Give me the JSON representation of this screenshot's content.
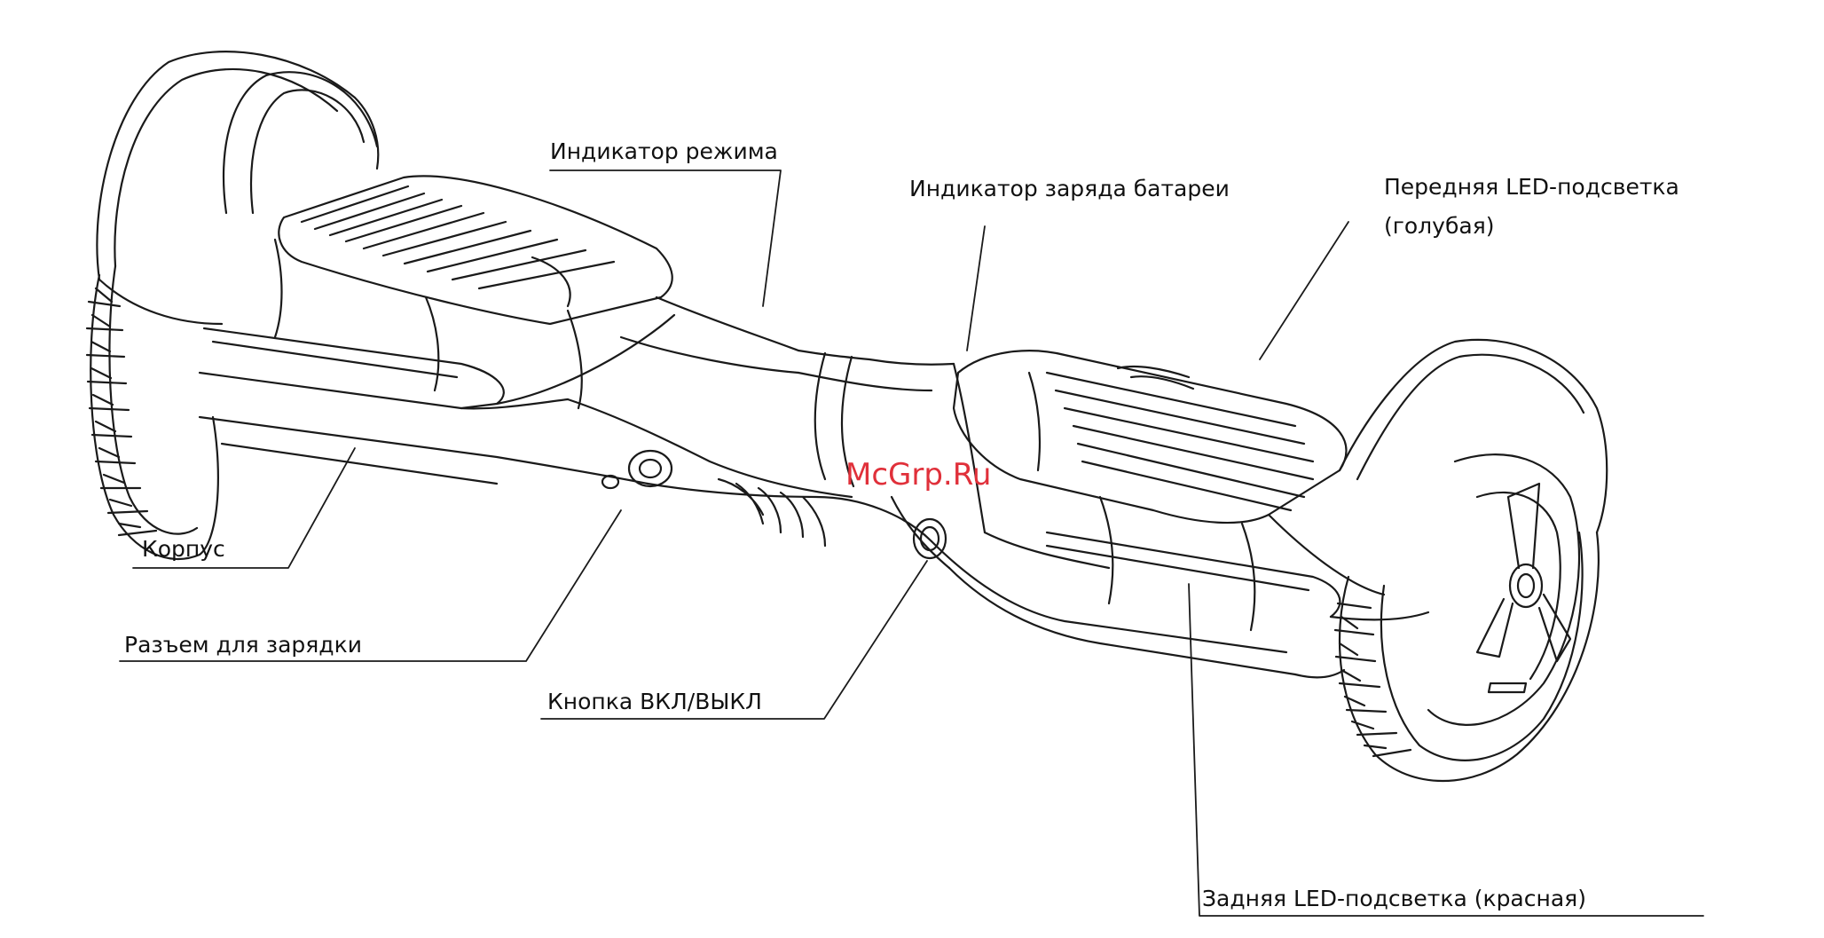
{
  "watermark": "McGrp.Ru",
  "labels": {
    "mode_indicator": "Индикатор режима",
    "battery_indicator": "Индикатор заряда батареи",
    "front_led_line1": "Передняя LED-подсветка",
    "front_led_line2": "(голубая)",
    "body": "Корпус",
    "charging_port": "Разъем для зарядки",
    "power_button": "Кнопка ВКЛ/ВЫКЛ",
    "rear_led": "Задняя LED-подсветка (красная)"
  },
  "colors": {
    "line": "#1a1a1a",
    "text": "#111111",
    "watermark": "#e0303a"
  }
}
